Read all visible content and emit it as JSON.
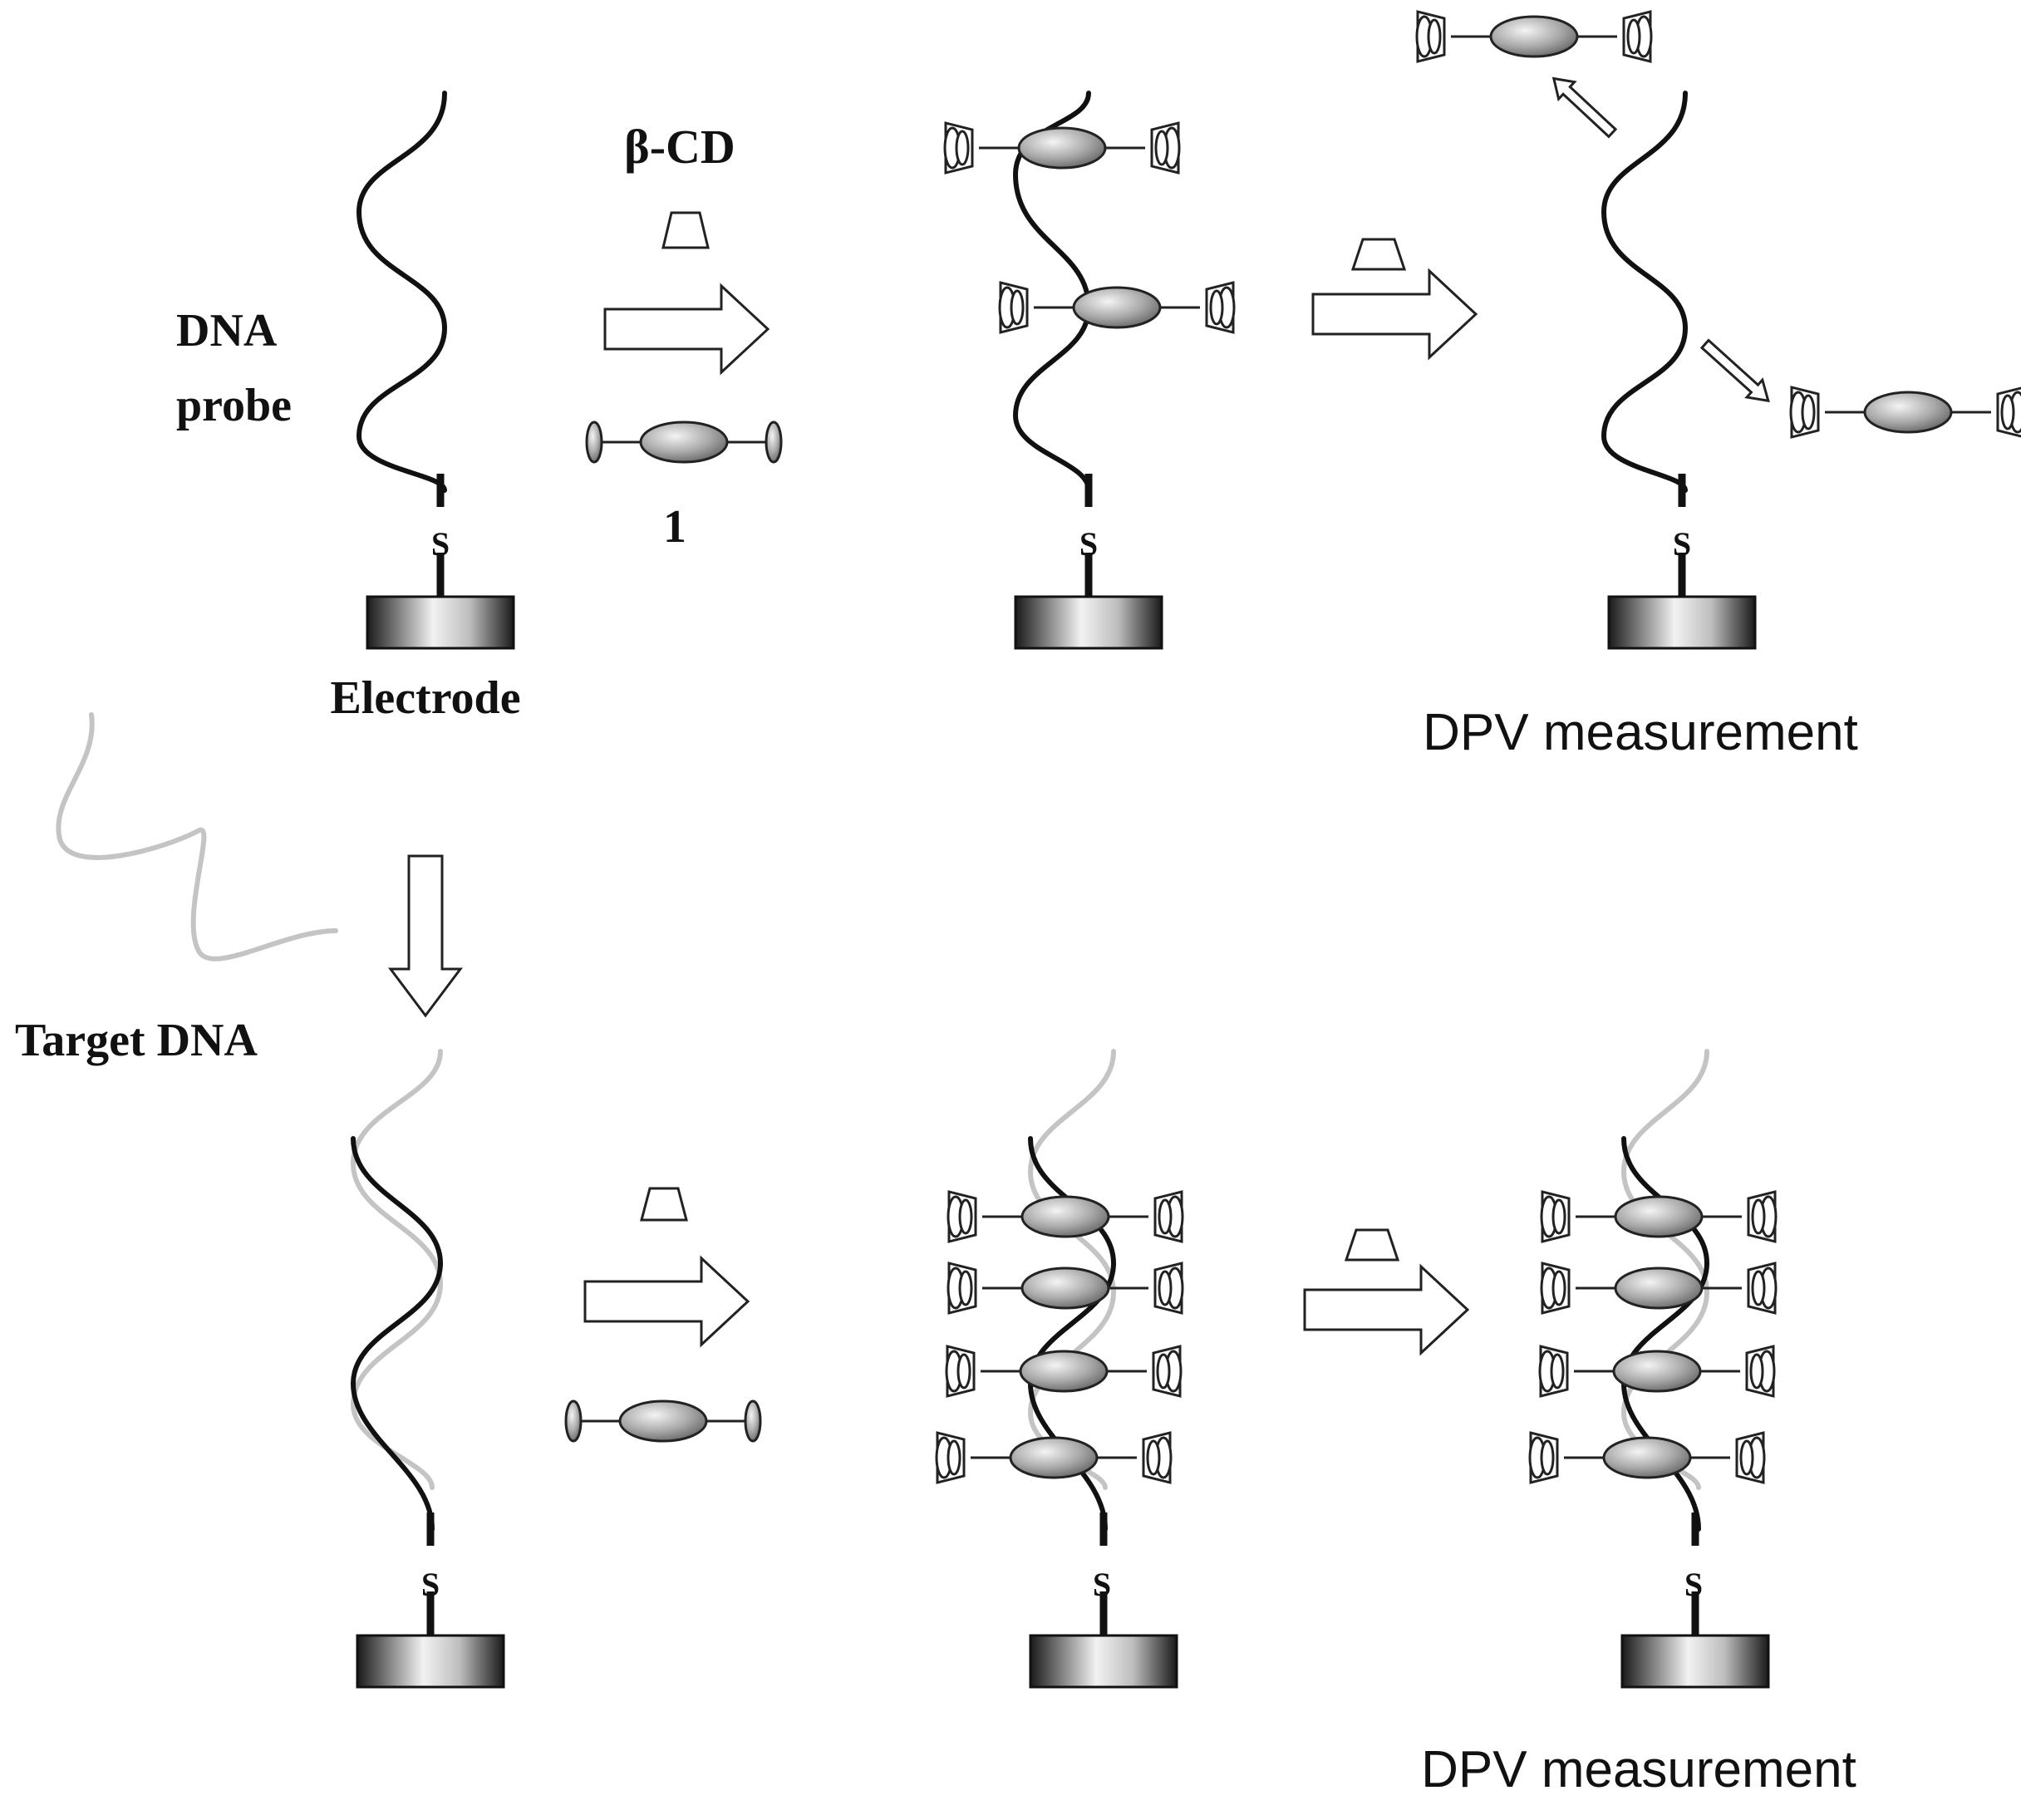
{
  "labels": {
    "dna_probe_line1": "DNA",
    "dna_probe_line2": "probe",
    "beta_cd": "β-CD",
    "compound_number": "1",
    "electrode": "Electrode",
    "target_dna": "Target DNA",
    "dpv_top": "DPV measurement",
    "dpv_bottom": "DPV measurement",
    "sulfur": "S"
  },
  "colors": {
    "probe_strand": "#111111",
    "target_strand": "#c4c4c4",
    "background": "#ffffff"
  }
}
